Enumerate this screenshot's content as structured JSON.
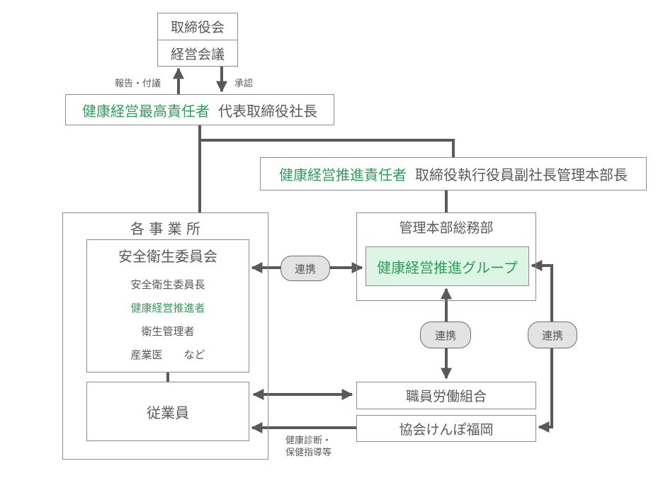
{
  "board": {
    "top_label": "取締役会",
    "bottom_label": "経営会議"
  },
  "arrows": {
    "report_label": "報告・付議",
    "approve_label": "承認",
    "checkup_label_line1": "健康診断・",
    "checkup_label_line2": "保健指導等"
  },
  "ceo": {
    "role": "健康経営最高責任者",
    "title": "代表取締役社長"
  },
  "promotion_officer": {
    "role": "健康経営推進責任者",
    "title": "取締役執行役員副社長管理本部長"
  },
  "offices": {
    "title": "各 事 業 所",
    "committee": {
      "title": "安全衛生委員会",
      "members": [
        {
          "label": "安全衛生委員長",
          "highlight": false
        },
        {
          "label": "健康経営推進者",
          "highlight": true
        },
        {
          "label": "衛生管理者",
          "highlight": false
        },
        {
          "label": "産業医　　など",
          "highlight": false
        }
      ]
    },
    "employees": "従業員"
  },
  "admin": {
    "title": "管理本部総務部",
    "group": "健康経営推進グループ"
  },
  "union": "職員労働組合",
  "kyokai": "協会けんぽ福岡",
  "collab_label": "連携",
  "colors": {
    "accent_green": "#2f9e5a",
    "group_fill": "#dcf5e4",
    "line": "#595959",
    "pill_fill": "#e3e3e3"
  }
}
